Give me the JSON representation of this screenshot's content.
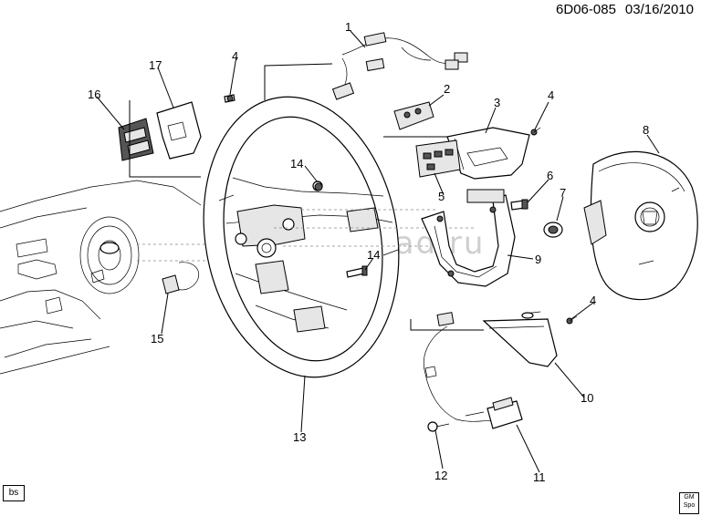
{
  "header": {
    "code": "6D06-085",
    "date": "03/16/2010"
  },
  "corner_label": "bs",
  "callouts": {
    "c1": "1",
    "c2": "2",
    "c3": "3",
    "c4a": "4",
    "c4b": "4",
    "c4c": "4",
    "c5": "5",
    "c6": "6",
    "c7": "7",
    "c8": "8",
    "c9": "9",
    "c10": "10",
    "c11": "11",
    "c12": "12",
    "c13": "13",
    "c14a": "14",
    "c14b": "14",
    "c15": "15",
    "c16": "16",
    "c17": "17"
  },
  "logo": {
    "line1": "GM",
    "line2": "Spo"
  }
}
